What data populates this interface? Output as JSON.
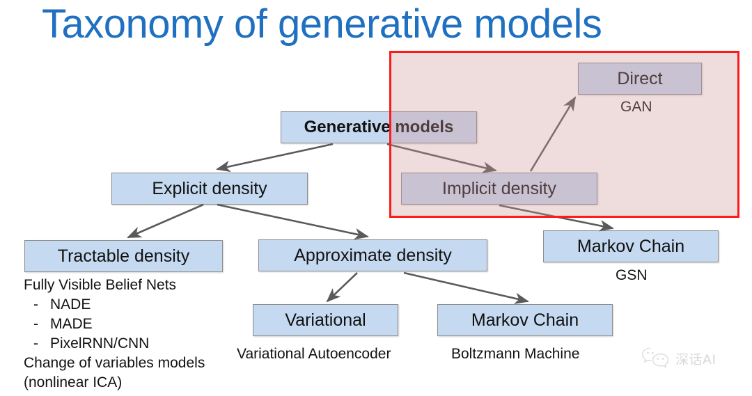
{
  "slide": {
    "title": "Taxonomy of generative models",
    "title_color": "#1f70c1",
    "background": "#ffffff"
  },
  "highlight": {
    "name": "implicit-density-highlight",
    "border_color": "#ff1a1a",
    "fill_color": "rgba(205,150,150,0.33)"
  },
  "palette": {
    "node_fill": "#c5d9f1",
    "node_border": "#8d8d8d",
    "arrow_color": "#5a5a5a",
    "text": "#111111"
  },
  "nodes": {
    "root": {
      "label": "Generative models"
    },
    "explicit": {
      "label": "Explicit density"
    },
    "implicit": {
      "label": "Implicit density"
    },
    "direct": {
      "label": "Direct"
    },
    "markov_chain_right": {
      "label": "Markov Chain"
    },
    "tractable": {
      "label": "Tractable density"
    },
    "approximate": {
      "label": "Approximate density"
    },
    "variational": {
      "label": "Variational"
    },
    "markov_chain_bottom": {
      "label": "Markov Chain"
    }
  },
  "captions": {
    "direct": "GAN",
    "markov_chain_right": "GSN",
    "variational": "Variational Autoencoder",
    "markov_chain_bottom": "Boltzmann Machine"
  },
  "tractable_notes": {
    "heading": "Fully Visible Belief Nets",
    "bullets": [
      {
        "dash": "-",
        "text": "NADE"
      },
      {
        "dash": "-",
        "text": "MADE"
      },
      {
        "dash": "-",
        "text": "PixelRNN/CNN"
      }
    ],
    "footer_line1": "Change of variables models",
    "footer_line2": "(nonlinear ICA)"
  },
  "watermark": {
    "icon": "wechat-icon",
    "text": "深话AI"
  }
}
